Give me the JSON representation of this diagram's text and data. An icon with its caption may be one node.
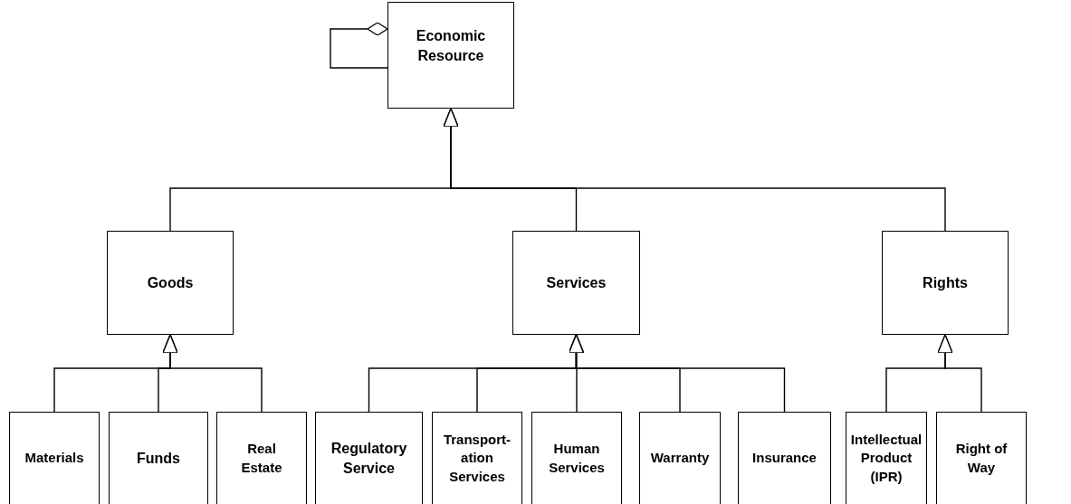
{
  "diagram": {
    "nodes": [
      {
        "text": [
          "Economic Resource"
        ]
      },
      {
        "text": [
          "Goods"
        ]
      },
      {
        "text": [
          "Services"
        ]
      },
      {
        "text": [
          "Rights"
        ]
      },
      {
        "text": [
          "Materials"
        ]
      },
      {
        "text": [
          "Funds"
        ]
      },
      {
        "text": [
          "Real Estate"
        ]
      },
      {
        "text": [
          "Regulatory Service"
        ]
      },
      {
        "text": [
          "Transport-ation Services"
        ]
      },
      {
        "text": [
          "Human Services"
        ]
      },
      {
        "text": [
          "Warranty"
        ]
      },
      {
        "text": [
          "Insurance"
        ]
      },
      {
        "text": [
          "Intellectual Product (IPR)"
        ]
      },
      {
        "text": [
          "Right of Way"
        ]
      }
    ],
    "edges": [
      {
        "from": 0,
        "to": 0,
        "arrow": "other"
      },
      {
        "from": 1,
        "to": 0,
        "arrow": "to"
      },
      {
        "from": 2,
        "to": 0,
        "arrow": "to"
      },
      {
        "from": 3,
        "to": 0,
        "arrow": "to"
      },
      {
        "from": 4,
        "to": 1,
        "arrow": "to"
      },
      {
        "from": 5,
        "to": 1,
        "arrow": "to"
      },
      {
        "from": 6,
        "to": 1,
        "arrow": "to"
      },
      {
        "from": 7,
        "to": 2,
        "arrow": "to"
      },
      {
        "from": 8,
        "to": 2,
        "arrow": "to"
      },
      {
        "from": 9,
        "to": 2,
        "arrow": "to"
      },
      {
        "from": 10,
        "to": 2,
        "arrow": "to"
      },
      {
        "from": 11,
        "to": 2,
        "arrow": "to"
      },
      {
        "from": 12,
        "to": 3,
        "arrow": "to"
      },
      {
        "from": 13,
        "to": 3,
        "arrow": "to"
      }
    ]
  }
}
